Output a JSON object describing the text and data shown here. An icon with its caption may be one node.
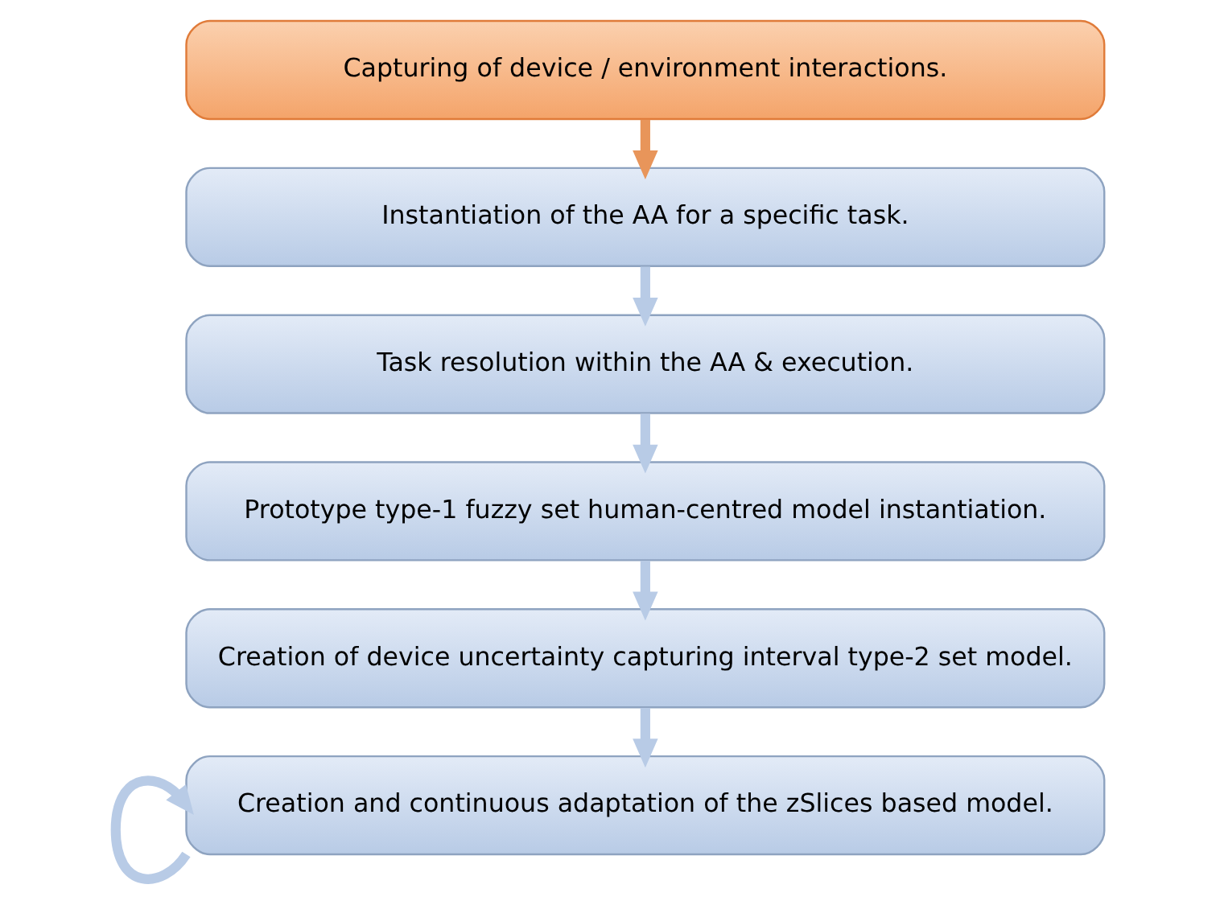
{
  "diagram": {
    "nodes": [
      {
        "text": [
          "Capturing of device / environment interactions."
        ]
      },
      {
        "text": [
          "Instantiation of the AA for a specific task."
        ]
      },
      {
        "text": [
          "Task resolution within the AA & execution."
        ]
      },
      {
        "text": [
          "Prototype type-1 fuzzy set human-centred model instantiation."
        ]
      },
      {
        "text": [
          "Creation of device uncertainty capturing interval type-2 set model."
        ]
      },
      {
        "text": [
          "Creation and continuous adaptation of the zSlices based model."
        ]
      }
    ],
    "edges": [
      {
        "from": 0,
        "to": 1,
        "arrow": "to",
        "color": "#e8955a"
      },
      {
        "from": 1,
        "to": 2,
        "arrow": "to"
      },
      {
        "from": 2,
        "to": 3,
        "arrow": "to"
      },
      {
        "from": 3,
        "to": 4,
        "arrow": "to"
      },
      {
        "from": 4,
        "to": 5,
        "arrow": "to"
      },
      {
        "from": 5,
        "to": 5,
        "arrow": "to"
      }
    ]
  }
}
